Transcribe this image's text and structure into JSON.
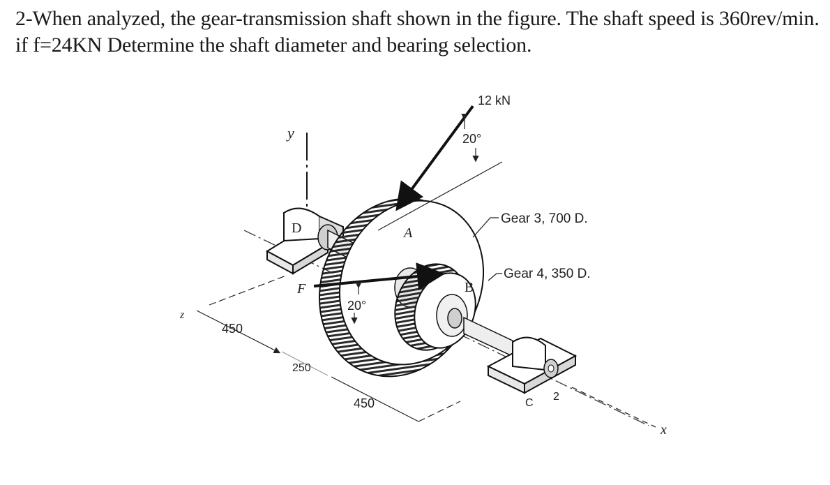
{
  "problem": {
    "line1": "2-When analyzed, the gear-transmission shaft shown in the figure. The shaft speed is 360rev/min.",
    "line2": "if f=24KN Determine the shaft diameter and bearing selection."
  },
  "figure": {
    "force_label": "12 kN",
    "angle_top": "20°",
    "angle_left": "20°",
    "gear3_label": "Gear 3, 700 D.",
    "gear4_label": "Gear 4, 350 D.",
    "point_a": "A",
    "point_b": "B",
    "point_c": "C",
    "point_d": "D",
    "point_f": "F",
    "axis_x": "x",
    "axis_y": "y",
    "axis_z": "z",
    "dim_left_450": "450",
    "dim_250": "250",
    "dim_bottom_450": "450",
    "dim_2": "2"
  }
}
